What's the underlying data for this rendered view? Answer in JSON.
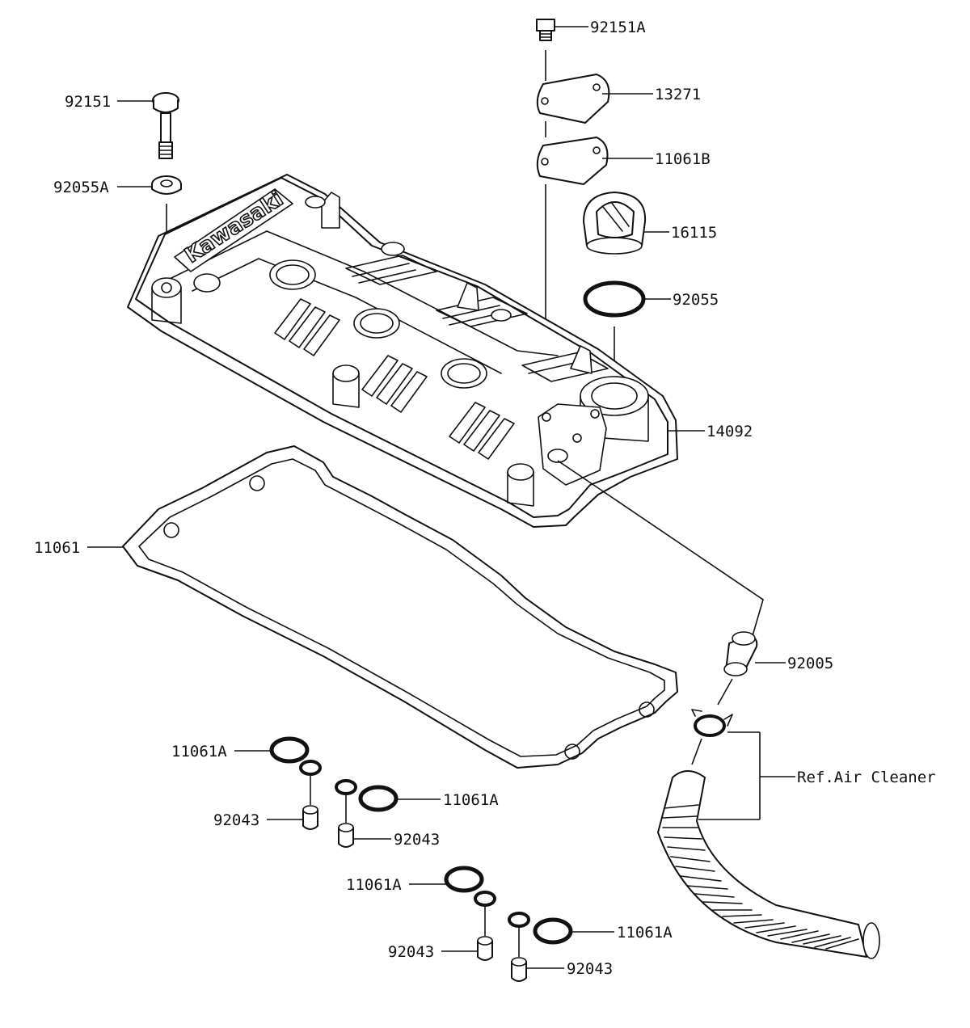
{
  "brand": "Kawasaki",
  "labels": {
    "bolt_92151A": "92151A",
    "cover_13271": "13271",
    "gasket_11061B": "11061B",
    "cap_16115": "16115",
    "oring_92055": "92055",
    "head_cover_14092": "14092",
    "fitting_92005": "92005",
    "ref_air_cleaner": "Ref.Air Cleaner",
    "bolt_92151": "92151",
    "washer_92055A": "92055A",
    "gasket_11061": "11061",
    "seal_11061A_1": "11061A",
    "collar_92043_1": "92043",
    "seal_11061A_2": "11061A",
    "collar_92043_2": "92043",
    "seal_11061A_3": "11061A",
    "collar_92043_3": "92043",
    "seal_11061A_4": "11061A",
    "collar_92043_4": "92043"
  }
}
